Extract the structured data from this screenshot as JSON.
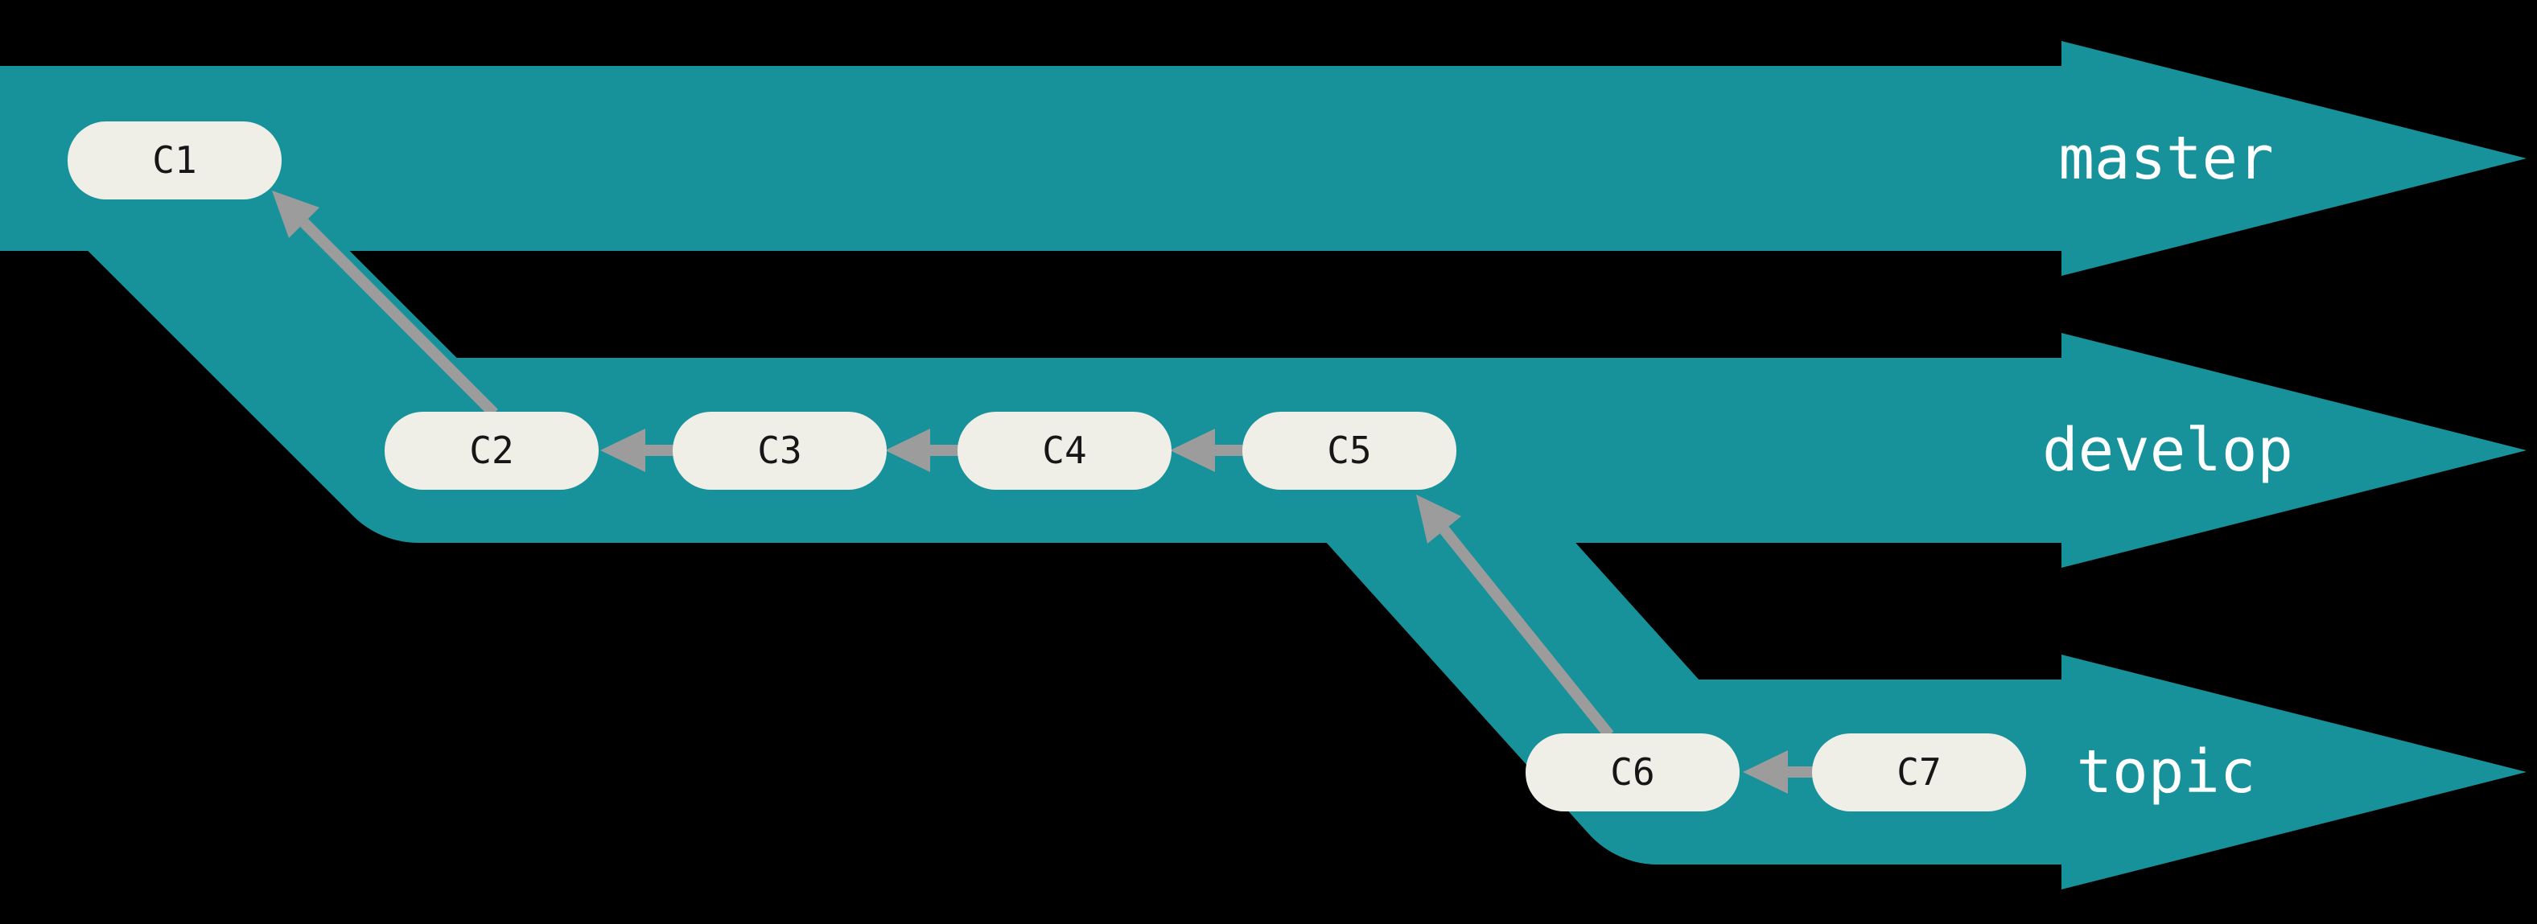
{
  "diagram": {
    "type": "git-branch-diagram",
    "background_color": "#000000",
    "band_color": "#17929B",
    "node_fill_color": "#F0EFE7",
    "node_text_color": "#161616",
    "edge_color": "#9C9C9C",
    "branch_label_color": "#FFFFFF",
    "branches": [
      {
        "name": "master",
        "commits": [
          "C1"
        ]
      },
      {
        "name": "develop",
        "commits": [
          "C2",
          "C3",
          "C4",
          "C5"
        ]
      },
      {
        "name": "topic",
        "commits": [
          "C6",
          "C7"
        ]
      }
    ],
    "edges": [
      {
        "from": "C2",
        "to": "C1"
      },
      {
        "from": "C3",
        "to": "C2"
      },
      {
        "from": "C4",
        "to": "C3"
      },
      {
        "from": "C5",
        "to": "C4"
      },
      {
        "from": "C6",
        "to": "C5"
      },
      {
        "from": "C7",
        "to": "C6"
      }
    ]
  }
}
